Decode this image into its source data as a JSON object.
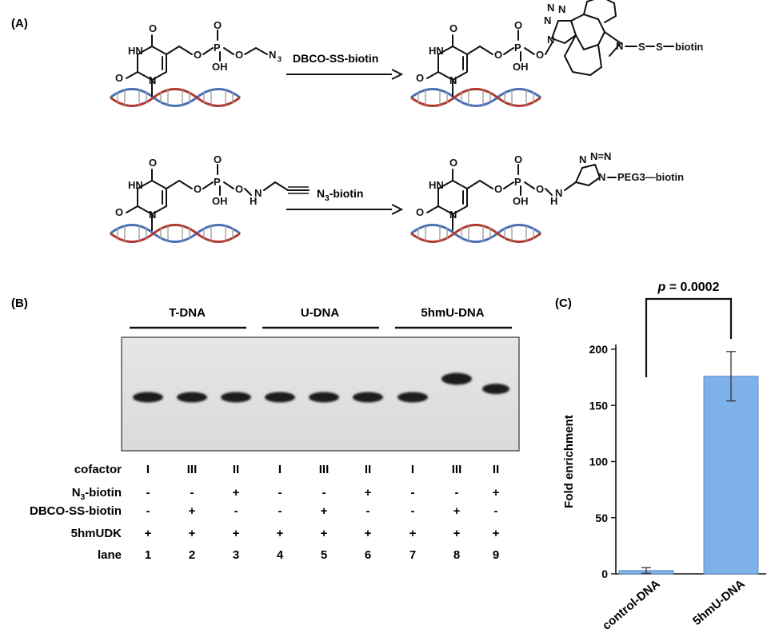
{
  "panels": {
    "a": "(A)",
    "b": "(B)",
    "c": "(C)"
  },
  "scheme": {
    "rows": [
      {
        "reagent": "DBCO-SS-biotin",
        "product_tail": "S–S–biotin",
        "azide": "N3"
      },
      {
        "reagent": "N3-biotin",
        "product_tail": "PEG3—biotin"
      }
    ]
  },
  "gel": {
    "groups": [
      "T-DNA",
      "U-DNA",
      "5hmU-DNA"
    ],
    "band_positions": [
      0,
      0,
      0,
      0,
      0,
      0,
      0,
      1,
      0.45
    ],
    "table": {
      "rows": [
        {
          "label": "cofactor",
          "values": [
            "I",
            "III",
            "II",
            "I",
            "III",
            "II",
            "I",
            "III",
            "II"
          ]
        },
        {
          "label": "N3-biotin",
          "values": [
            "-",
            "-",
            "+",
            "-",
            "-",
            "+",
            "-",
            "-",
            "+"
          ]
        },
        {
          "label": "DBCO-SS-biotin",
          "values": [
            "-",
            "+",
            "-",
            "-",
            "+",
            "-",
            "-",
            "+",
            "-"
          ]
        },
        {
          "label": "5hmUDK",
          "values": [
            "+",
            "+",
            "+",
            "+",
            "+",
            "+",
            "+",
            "+",
            "+"
          ]
        },
        {
          "label": "lane",
          "values": [
            "1",
            "2",
            "3",
            "4",
            "5",
            "6",
            "7",
            "8",
            "9"
          ]
        }
      ]
    }
  },
  "chart_data": {
    "type": "bar",
    "categories": [
      "control-DNA",
      "5hmU-DNA"
    ],
    "values": [
      3,
      176
    ],
    "error": [
      2.5,
      22
    ],
    "ylabel": "Fold enrichment",
    "ylim": [
      0,
      200
    ],
    "yticks": [
      0,
      50,
      100,
      150,
      200
    ],
    "annotation": {
      "p_label": "p",
      "p_value": "= 0.0002"
    },
    "bar_color": "#7eb0ea"
  }
}
